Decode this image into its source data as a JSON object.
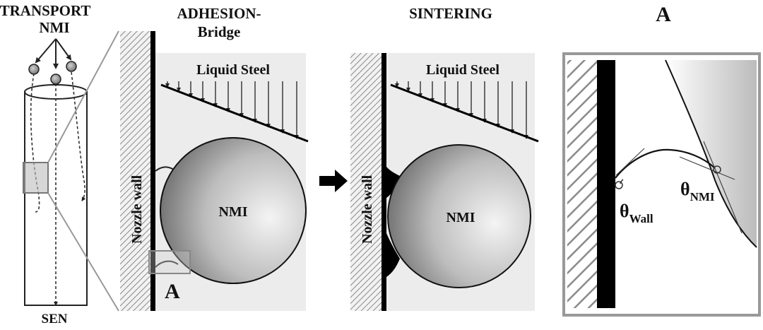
{
  "labels": {
    "transport_line1": "TRANSPORT",
    "transport_line2": "NMI",
    "sen": "SEN",
    "adhesion_line1": "ADHESION-",
    "adhesion_line2": "Bridge",
    "sintering": "SINTERING",
    "detail_a_title": "A",
    "liquid_steel_1": "Liquid Steel",
    "liquid_steel_2": "Liquid Steel",
    "nozzle_wall_1": "Nozzle wall",
    "nozzle_wall_2": "Nozzle wall",
    "nmi_1": "NMI",
    "nmi_2": "NMI",
    "detail_marker": "A",
    "theta": "θ",
    "theta_wall_sub": "Wall",
    "theta_nmi_sub": "NMI"
  },
  "colors": {
    "panel_bg": "#ececec",
    "wall_black": "#000000",
    "hatch": "#888888"
  },
  "icons": {
    "process_arrow": "right-arrow-icon"
  }
}
